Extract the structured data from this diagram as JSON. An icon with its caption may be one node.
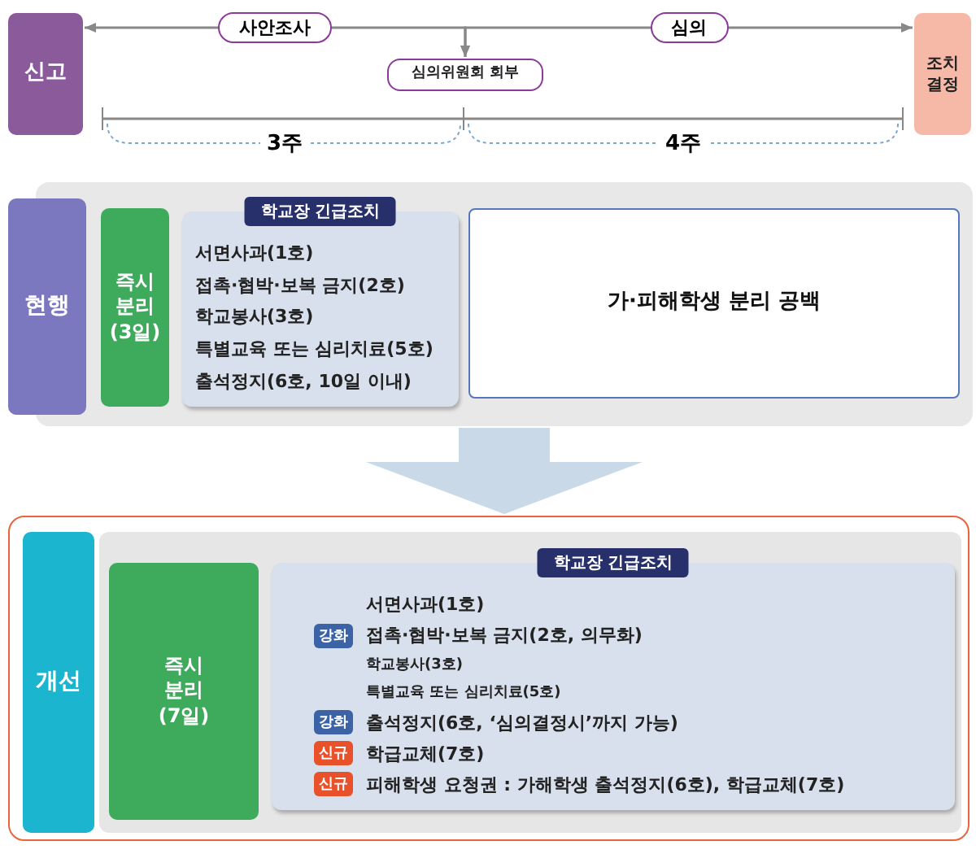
{
  "diagram": {
    "nodes": [
      {
        "text": [
          "신고"
        ]
      },
      {
        "text": [
          "심의위원회 회부"
        ]
      },
      {
        "text": [
          "조치 결정"
        ]
      },
      {
        "text": [],
        "shape": "box"
      },
      {
        "text": [
          "현행"
        ]
      },
      {
        "text": [
          "즉시 분리 (3일)"
        ],
        "in": 3
      },
      {
        "text": [
          "학교장 긴급조치",
          "서면사과(1호)",
          "접촉·협박·보복 금지(2호)",
          "학교봉사(3호)",
          "특별교육 또는 심리치료(5호)",
          "출석정지(6호, 10일 이내)"
        ],
        "in": 3
      },
      {
        "text": [
          "가·피해학생 분리 공백"
        ],
        "in": 3
      },
      {
        "text": [],
        "shape": "box"
      },
      {
        "text": [
          "개선"
        ],
        "in": 8
      },
      {
        "text": [],
        "shape": "box",
        "in": 8
      },
      {
        "text": [
          "즉시 분리 (7일)"
        ],
        "in": 10
      },
      {
        "text": [
          "학교장 긴급조치",
          "서면사과(1호)",
          "접촉·협박·보복 금지(2호, 의무화)",
          "학교봉사(3호)",
          "특별교육 또는 심리치료(5호)",
          "출석정지(6호, ‘심의결정시’까지 가능)",
          "학급교체(7호)",
          "피해학생 요청권 : 가해학생 출석정지(6호), 학급교체(7호)"
        ],
        "in": 10
      },
      {
        "text": [
          "강화"
        ],
        "in": 12
      },
      {
        "text": [
          "강화"
        ],
        "in": 12
      },
      {
        "text": [
          "신규"
        ],
        "in": 12
      },
      {
        "text": [
          "신규"
        ],
        "in": 12
      }
    ],
    "edges": [
      {
        "from": 0,
        "to": 1,
        "arrow": "both",
        "label": "사안조사"
      },
      {
        "from": 1,
        "to": 2,
        "arrow": "both",
        "label": "심의"
      },
      {
        "from": 3,
        "to": 8,
        "arrow": "to",
        "style": "thick",
        "color": "#c9d9e8"
      }
    ],
    "labels": [
      "3주",
      "4주"
    ]
  }
}
